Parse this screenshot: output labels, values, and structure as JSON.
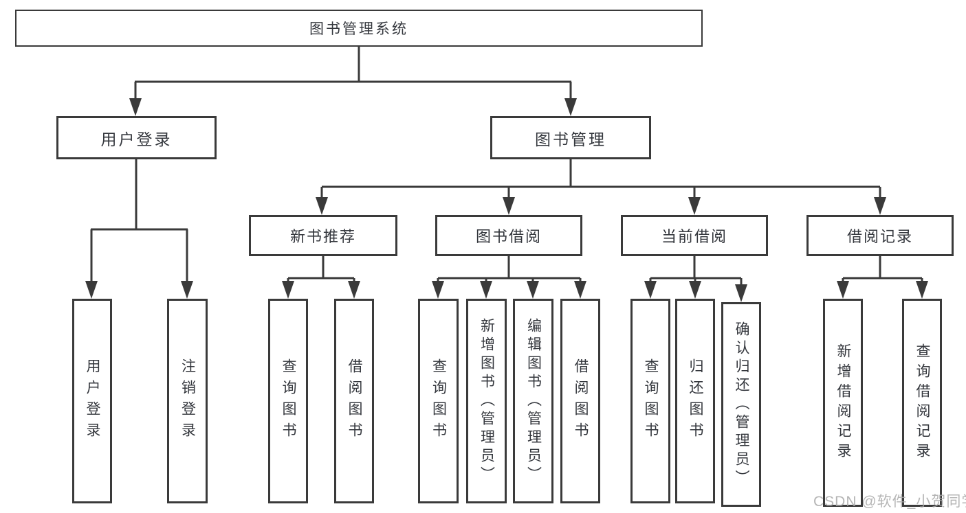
{
  "diagram_title": "图书管理系统",
  "tree": {
    "label": "图书管理系统",
    "children": [
      {
        "label": "用户登录",
        "children": [
          {
            "label": "用户登录"
          },
          {
            "label": "注销登录"
          }
        ]
      },
      {
        "label": "图书管理",
        "children": [
          {
            "label": "新书推荐",
            "children": [
              {
                "label": "查询图书"
              },
              {
                "label": "借阅图书"
              }
            ]
          },
          {
            "label": "图书借阅",
            "children": [
              {
                "label": "查询图书"
              },
              {
                "label": "新增图书（管理员）"
              },
              {
                "label": "编辑图书（管理员）"
              },
              {
                "label": "借阅图书"
              }
            ]
          },
          {
            "label": "当前借阅",
            "children": [
              {
                "label": "查询图书"
              },
              {
                "label": "归还图书"
              },
              {
                "label": "确认归还（管理员）"
              }
            ]
          },
          {
            "label": "借阅记录",
            "children": [
              {
                "label": "新增借阅记录"
              },
              {
                "label": "查询借阅记录"
              }
            ]
          }
        ]
      }
    ]
  },
  "watermark": {
    "text": "CSDN @软件_小贺同学",
    "color": "#b5b5b5"
  },
  "style": {
    "line_color": "#3a3a3a",
    "text_color": "#34373d",
    "background": "#ffffff"
  }
}
